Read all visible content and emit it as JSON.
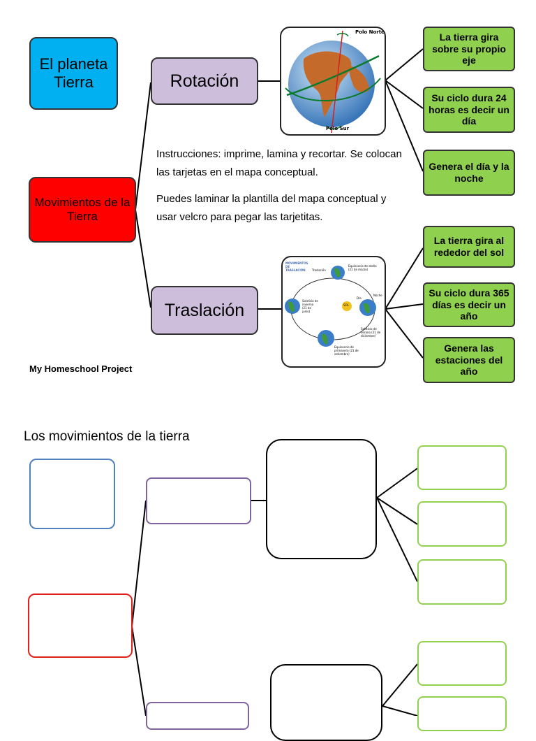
{
  "top_map": {
    "title_box": "El planeta Tierra",
    "center_box": "Movimientos de la Tierra",
    "rotation": {
      "label": "Rotación",
      "image_labels": {
        "north": "Polo Norte",
        "south": "Polo Sur"
      },
      "facts": [
        "La tierra gira sobre su propio eje",
        "Su ciclo dura 24 horas es decir un día",
        "Genera el día y la noche"
      ]
    },
    "translation": {
      "label": "Traslación",
      "image_labels": {
        "heading": "MOVIMIENTOS DE TRASLACIÓN",
        "traslacion": "Traslación",
        "equinoccio_otono": "Equinoccio de otoño (21 de marzo)",
        "solsticio_invierno": "Solsticio de invierno (21 de junio)",
        "sol": "SOL",
        "dia": "Día",
        "noche": "Noche",
        "solsticio_verano": "Solsticio de verano (21 de diciembre)",
        "equinoccio_primavera": "Equinoccio de primavera (21 de setiembre)"
      },
      "facts": [
        "La tierra gira al rededor del sol",
        "Su ciclo dura 365 días es decir un año",
        "Genera las estaciones del año"
      ]
    }
  },
  "instructions": [
    "Instrucciones: imprime, lamina y  recortar. Se colocan  las tarjetas en el mapa conceptual.",
    "Puedes laminar la plantilla del mapa conceptual y usar velcro para pegar las tarjetitas."
  ],
  "credit": "My Homeschool Project",
  "template_title": "Los  movimientos de la tierra",
  "colors": {
    "blue": "#00b0f0",
    "red": "#ff0000",
    "purple": "#cdbfdc",
    "green": "#8fd14f",
    "outline_blue": "#4f81bd",
    "outline_red": "#e0201c",
    "outline_purple": "#8064a2",
    "outline_green": "#92d050"
  }
}
